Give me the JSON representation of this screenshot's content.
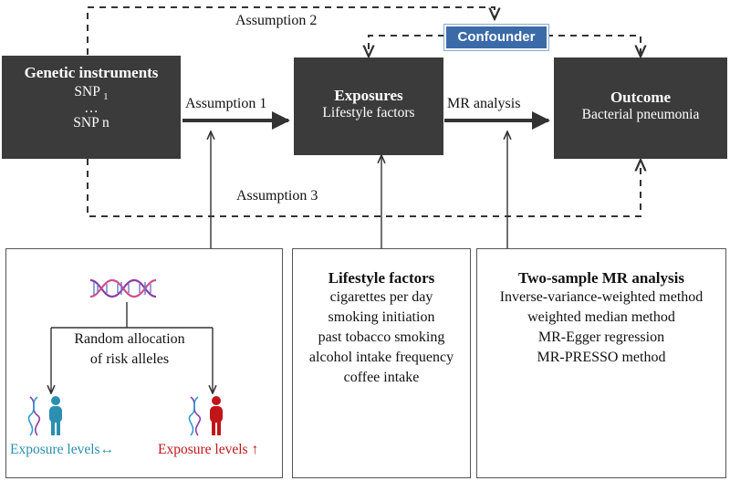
{
  "genetic": {
    "title": "Genetic instruments",
    "line1": "SNP",
    "line1_sub": "1",
    "line2": "…",
    "line3": "SNP n"
  },
  "exposures": {
    "title": "Exposures",
    "subtitle": "Lifestyle factors"
  },
  "outcome": {
    "title": "Outcome",
    "subtitle": "Bacterial pneumonia"
  },
  "confounder": "Confounder",
  "assumptions": {
    "a1": "Assumption  1",
    "a2": "Assumption  2",
    "a3": "Assumption  3"
  },
  "mr_label": "MR analysis",
  "left_panel": {
    "caption_line1": "Random allocation",
    "caption_line2": "of risk alleles",
    "exposure_left": "Exposure levels↔",
    "exposure_right": "Exposure levels ↑",
    "colors": {
      "left": "#2a8fb0",
      "right": "#c0161a",
      "dna_left": "#8a3aa8",
      "dna_right": "#2f9ad0"
    }
  },
  "middle_panel": {
    "title": "Lifestyle factors",
    "items": [
      "cigarettes per day",
      "smoking initiation",
      "past tobacco smoking",
      "alcohol intake frequency",
      "coffee intake"
    ]
  },
  "right_panel": {
    "title": "Two-sample  MR analysis",
    "items": [
      "Inverse-variance-weighted method",
      "weighted median method",
      "MR-Egger regression",
      "MR-PRESSO method"
    ]
  }
}
